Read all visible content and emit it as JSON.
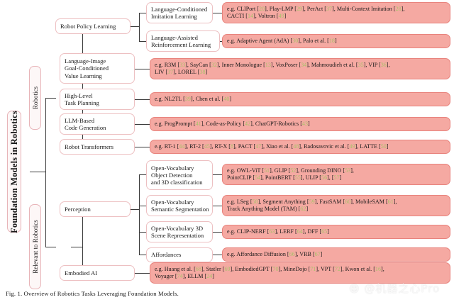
{
  "figure": {
    "caption": "Fig. 1.  Overview of Robotics Tasks Leveraging Foundation Models.",
    "root": {
      "label": "Foundation Models in Robotics"
    },
    "categories": [
      {
        "label": "Robotics"
      },
      {
        "label": "Relevant to Robotics"
      }
    ],
    "colors": {
      "leaf_fill": "#f5a9a2",
      "leaf_border": "#e8837d",
      "mid_fill": "#ffffff",
      "mid_border": "#edc0c2",
      "root_fill": "#fdf7f7",
      "root_border": "#e8b4b8",
      "citation": "#a8c36a",
      "line": "#3b3b3b"
    }
  },
  "nodes": {
    "robot_policy_learning": {
      "label": "Robot Policy Learning"
    },
    "lang_cond_imitation": {
      "lines": [
        "Language-Conditioned",
        "Imitation Learning"
      ]
    },
    "lang_assisted_rl": {
      "lines": [
        "Language-Assisted",
        "Reinforcement Learning"
      ]
    },
    "lang_image_value": {
      "lines": [
        "Language-Image",
        "Goal-Conditioned",
        "Value Learning"
      ]
    },
    "high_level_task_planning": {
      "lines": [
        "High-Level",
        "Task Planning"
      ]
    },
    "llm_code_generation": {
      "lines": [
        "LLM-Based",
        "Code Generation"
      ]
    },
    "robot_transformers": {
      "lines": [
        "Robot Transformers"
      ]
    },
    "perception": {
      "label": "Perception"
    },
    "ov_object_detection": {
      "lines": [
        "Open-Vocabulary",
        "Object Detection",
        "and 3D classification"
      ]
    },
    "ov_semantic_segmentation": {
      "lines": [
        "Open-Vocabulary",
        "Semantic Segmentation"
      ]
    },
    "ov_3d_scene": {
      "lines": [
        "Open-Vocabulary 3D",
        "Scene Representation"
      ]
    },
    "affordances": {
      "lines": [
        "Affordances"
      ]
    },
    "embodied_ai": {
      "label": "Embodied AI"
    }
  },
  "examples": {
    "lang_cond_imitation": {
      "lines": [
        "e.g. CLIPort [20], Play-LMP [29], PerAct [37], Multi-Context Imitation [28],",
        "CACTI [14], Voltron [49]"
      ]
    },
    "lang_assisted_rl": {
      "lines": [
        "e.g. Adaptive Agent (AdA) [30], Palo et al. [18]"
      ]
    },
    "lang_image_value": {
      "lines": [
        "e.g. R3M [33], SayCan [32], Inner Monologue [13], VoxPoser [34], Mahmoudieh et al. [35], VIP [36],",
        "LIV [37], LOREL [38]"
      ]
    },
    "high_level_task_planning": {
      "lines": [
        "e.g. NL2TL [39], Chen et al. [40]"
      ]
    },
    "llm_code_generation": {
      "lines": [
        "e.g. ProgPrompt [41], Code-as-Policy [42], ChatGPT-Robotics [43]"
      ]
    },
    "robot_transformers": {
      "lines": [
        "e.g. RT-1 [44], RT-2 [45], RT-X [8], PACT [47], Xiao et al. [48], Radosavovic et al. [49], LATTE [50]"
      ]
    },
    "ov_object_detection": {
      "lines": [
        "e.g. OWL-ViT [51], GLIP [52], Grounding DINO [53],",
        "PointCLIP [54], PointBERT [55], ULIP [56], [57]"
      ]
    },
    "ov_semantic_segmentation": {
      "lines": [
        "e.g. LSeg [58], Segment Anything [59], FastSAM [60], MobileSAM [61],",
        "Track Anything Model (TAM) [62]"
      ]
    },
    "ov_3d_scene": {
      "lines": [
        "e.g. CLIP-NERF [63], LERF [64], DFF [65]"
      ]
    },
    "affordances": {
      "lines": [
        "e.g. Affordance Diffusion [66], VRB [67]"
      ]
    },
    "embodied_ai": {
      "lines": [
        "e.g. Huang et al. [68], Statler [69], EmbodiedGPT [70], MineDojo [71], VPT [72], Kwon et al. [16],",
        "Voyager [74], ELLM [24]"
      ]
    }
  },
  "watermark": {
    "emoji": "83",
    "text": "@机器之心Pro"
  }
}
